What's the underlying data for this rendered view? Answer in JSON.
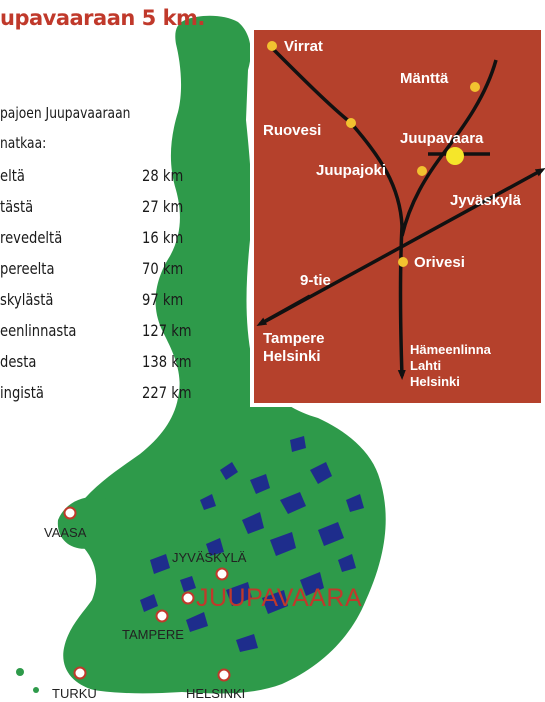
{
  "headline": "upavaaraan 5 km.",
  "intro": {
    "line1": "pajoen Juupavaaraan",
    "line2": "natkaa:"
  },
  "distances": [
    {
      "place": "eltä",
      "km": "28 km"
    },
    {
      "place": "tästä",
      "km": "27 km"
    },
    {
      "place": "revedeltä",
      "km": "16 km"
    },
    {
      "place": "pereelta",
      "km": "70 km"
    },
    {
      "place": "skylästä",
      "km": "97 km"
    },
    {
      "place": "eenlinnasta",
      "km": "127 km"
    },
    {
      "place": "desta",
      "km": "138 km"
    },
    {
      "place": "ingistä",
      "km": "227 km"
    }
  ],
  "inset": {
    "virrat": "Virrat",
    "mantta": "Mänttä",
    "ruovesi": "Ruovesi",
    "juupavaara": "Juupavaara",
    "juupajoki": "Juupajoki",
    "jyvaskyla": "Jyväskylä",
    "orivesi": "Orivesi",
    "road": "9-tie",
    "tampere": "Tampere",
    "helsinki_west": "Helsinki",
    "hameenlinna": "Hämeenlinna",
    "lahti": "Lahti",
    "helsinki_south": "Helsinki"
  },
  "cities": {
    "vaasa": "VAASA",
    "jyvaskyla": "JYVÄSKYLÄ",
    "tampere": "TAMPERE",
    "turku": "TURKU",
    "helsinki": "HELSINKI",
    "juupavaara": "JUUPAVAARA"
  },
  "colors": {
    "land": "#2e9a4a",
    "water": "#1e2d8c",
    "inset_bg": "#b5412c",
    "road": "#111111",
    "town_dot": "#f2c230",
    "highlight": "#c0392b"
  }
}
